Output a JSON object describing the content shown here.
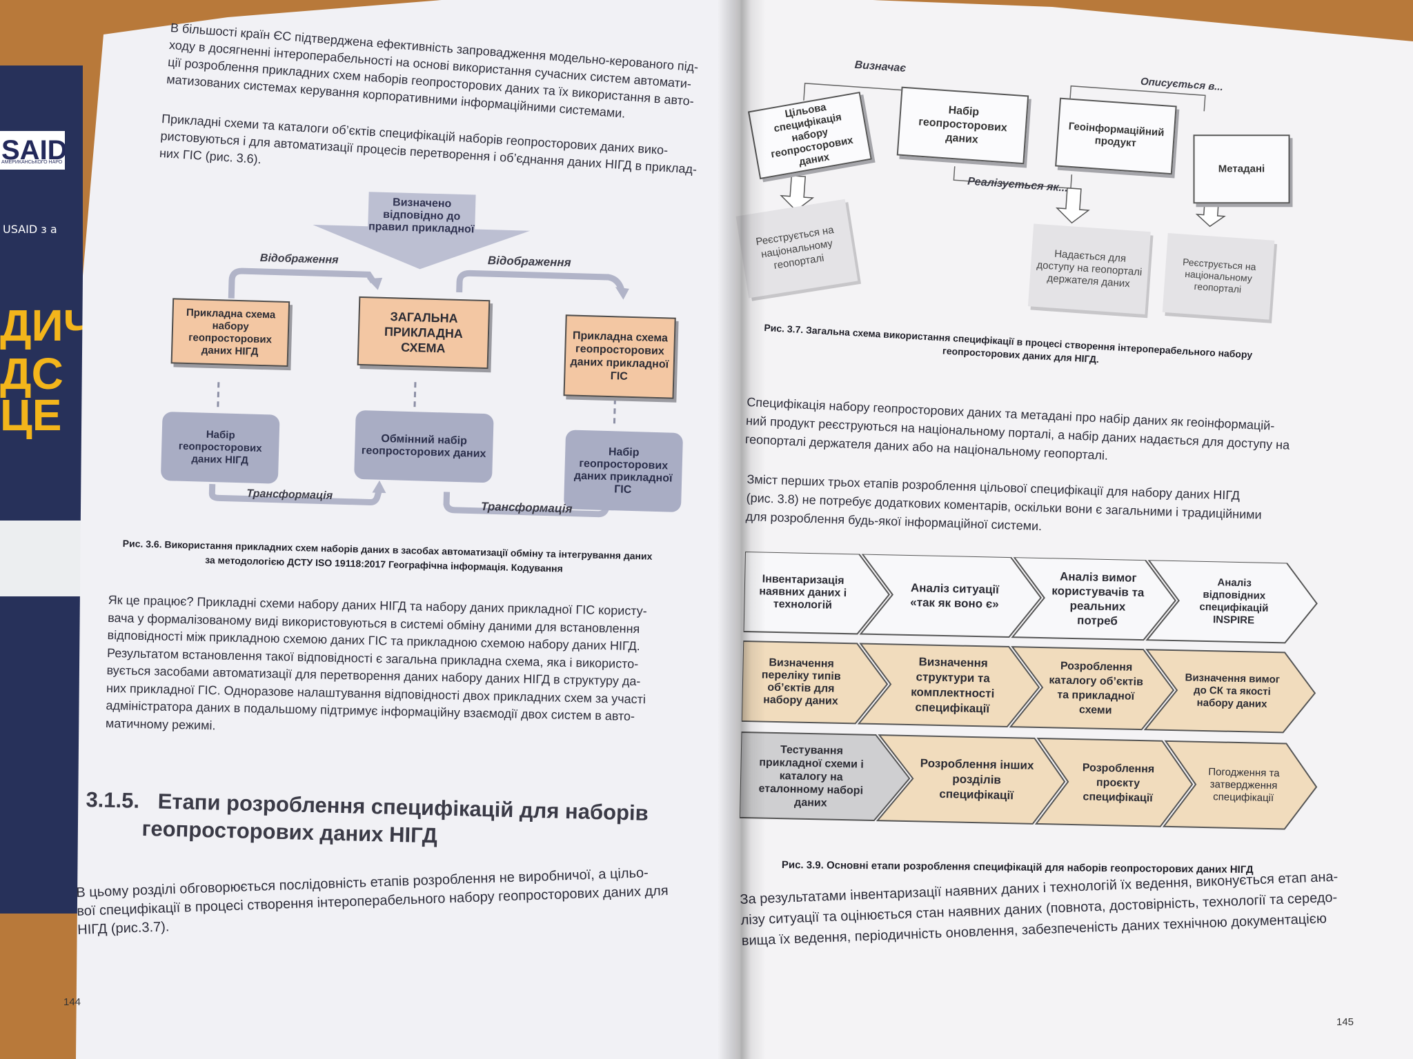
{
  "booklet": {
    "logo": "SAID",
    "logo_sub": "АМЕРИКАНСЬКОГО НАРО",
    "usaid_line": "USAID з а",
    "lines": [
      "ДИЧ",
      "ДС",
      "ЦЕ"
    ]
  },
  "left_page": {
    "intro_lines": [
      "В більшості країн ЄС підтверджена ефективність запровадження модельно-керованого під-",
      "ходу в досягненні інтероперабельності на основі використання сучасних систем автомати-",
      "ції розроблення прикладних схем наборів геопросторових даних та їх використання в авто-",
      "матизованих системах керування корпоративними інформаційними системами."
    ],
    "para2_lines": [
      "Прикладні схеми та каталоги об’єктів специфікацій наборів геопросторових даних вико-",
      "ристовуються і для автоматизації процесів перетворення і об’єднання даних НІГД в приклад-",
      "них ГІС (рис. 3.6)."
    ],
    "fig36": {
      "top_arrow": "Визначено відповідно до правил прикладної",
      "label_left": "Відображення",
      "label_right": "Відображення",
      "box_left": "Прикладна схема набору геопросторових даних НІГД",
      "box_center": "ЗАГАЛЬНА ПРИКЛАДНА СХЕМА",
      "box_right": "Прикладна схема геопросторових даних прикладної ГІС",
      "blue_left": "Набір геопросторових даних НІГД",
      "blue_center": "Обмінний набір геопросторових даних",
      "blue_right": "Набір геопросторових даних прикладної ГІС",
      "transform_left": "Трансформація",
      "transform_right": "Трансформація"
    },
    "caption36_lines": [
      "Рис. 3.6. Використання прикладних схем наборів даних в засобах автоматизації обміну та інтегрування даних",
      "за методологією ДСТУ ISO 19118:2017 Географічна інформація. Кодування"
    ],
    "para3_lines": [
      "Як це працює? Прикладні схеми набору даних НІГД та набору даних прикладної ГІС користу-",
      "вача у формалізованому виді використовуються в системі обміну даними для встановлення",
      "відповідності між прикладною схемою даних ГІС та прикладною схемою набору даних НІГД.",
      "Результатом встановлення такої відповідності є загальна прикладна схема, яка і використо-",
      "вується засобами автоматизації для перетворення даних набору даних НІГД в структуру да-",
      "них прикладної ГІС. Одноразове налаштування відповідності двох прикладних схем за участі",
      "адміністратора даних в подальшому підтримує інформаційну взаємодії двох систем в авто-",
      "матичному режимі."
    ],
    "section_number": "3.1.5.",
    "section_title_lines": [
      "Етапи розроблення специфікацій для наборів",
      "геопросторових даних НІГД"
    ],
    "para4_lines": [
      "В цьому розділі обговорюється послідовність етапів розроблення не виробничої, а цільо-",
      "вої специфікації в процесі створення інтероперабельного набору геопросторових даних для",
      "НІГД (рис.3.7)."
    ],
    "page_number": "144"
  },
  "right_page": {
    "fig37": {
      "label_defines": "Визначає",
      "label_described": "Описується в...",
      "label_implemented": "Реалізується як...",
      "box_target": "Цільова специфікація набору геопросторових даних",
      "box_dataset": "Набір геопросторових даних",
      "box_product": "Геоінформаційний продукт",
      "box_metadata": "Метадані",
      "gray_registered": "Реєструється на національному геопорталі",
      "gray_access": "Надається для доступу на геопорталі держателя даних",
      "gray_registered2": "Реєструється на національному геопорталі"
    },
    "caption37_lines": [
      "Рис. 3.7. Загальна схема використання специфікації в процесі створення інтероперабельного набору",
      "геопросторових даних для НІГД."
    ],
    "para1_lines": [
      "Специфікація набору геопросторових даних та метадані про набір даних як геоінформацій-",
      "ний продукт реєструються на національному порталі, а набір даних надається для доступу на",
      "геопорталі держателя даних або на національному геопорталі."
    ],
    "para2_lines": [
      "Зміст перших трьох етапів розроблення цільової специфікації для набору даних НІГД",
      "(рис. 3.8) не потребує додаткових коментарів, оскільки вони є загальними і традиційними",
      "для розроблення будь-якої інформаційної системи."
    ],
    "fig39": {
      "row1": [
        "Інвентаризація наявних даних і технологій",
        "Аналіз ситуації «так як воно є»",
        "Аналіз вимог користувачів та реальних потреб",
        "Аналіз відповідних специфікацій INSPIRE"
      ],
      "row2": [
        "Визначення переліку типів об’єктів для набору даних",
        "Визначення структури та комплектності специфікації",
        "Розроблення каталогу об’єктів та прикладної схеми",
        "Визначення вимог до СК та якості набору даних"
      ],
      "row3": [
        "Тестування прикладної схеми і каталогу на еталонному наборі даних",
        "Розроблення інших розділів специфікації",
        "Розроблення проєкту специфікації",
        "Погодження та затвердження специфікації"
      ]
    },
    "caption39": "Рис. 3.9. Основні етапи розроблення специфікацій для наборів геопросторових даних НІГД",
    "para3_lines": [
      "За результатами інвентаризації наявних даних і технологій їх ведення, виконується етап ана-",
      "лізу ситуації та оцінюється стан наявних даних (повнота, достовірність, технології та середо-",
      "вища їх ведення, періодичність оновлення, забезпеченість даних технічною документацією"
    ],
    "page_number": "145"
  },
  "colors": {
    "orange": "#f3c7a3",
    "blue": "#a9adc4",
    "beige": "#f1dcbd",
    "white_chevron": "#f8f8fa",
    "gray_chevron": "#cfcfd1",
    "background": "#b8793a"
  }
}
